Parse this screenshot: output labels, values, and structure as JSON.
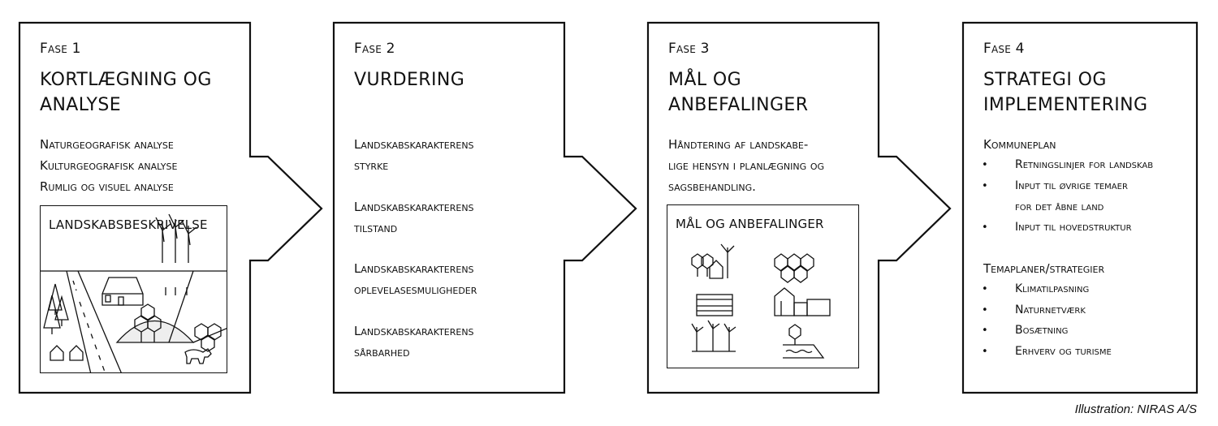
{
  "phases": [
    {
      "label": "Fase 1",
      "title_lines": [
        "KORTLÆGNING OG",
        "ANALYSE"
      ],
      "items": [
        "Naturgeografisk analyse",
        "Kulturgeografisk analyse",
        "Rumlig og visuel analyse"
      ],
      "inner_title": "LANDSKABSBESKRIVELSE"
    },
    {
      "label": "Fase 2",
      "title_lines": [
        "VURDERING"
      ],
      "items": [
        [
          "Landskabskarakterens",
          "styrke"
        ],
        [
          "Landskabskarakterens",
          "tilstand"
        ],
        [
          "Landskabskarakterens",
          "oplevelasesmuligheder"
        ],
        [
          "Landskabskarakterens",
          "sårbarhed"
        ]
      ]
    },
    {
      "label": "Fase 3",
      "title_lines": [
        "MÅL OG",
        "ANBEFALINGER"
      ],
      "description_lines": [
        "Håndtering af landskabe-",
        "lige hensyn i planlægning og",
        "sagsbehandling."
      ],
      "inner_title": "MÅL OG ANBEFALINGER"
    },
    {
      "label": "Fase 4",
      "title_lines": [
        "STRATEGI OG",
        "IMPLEMENTERING"
      ],
      "groups": [
        {
          "heading": "Kommuneplan",
          "bullets": [
            [
              "Retningslinjer for landskab"
            ],
            [
              "Input til øvrige temaer",
              "for det åbne land"
            ],
            [
              "Input til hovedstruktur"
            ]
          ]
        },
        {
          "heading": "Temaplaner/strategier",
          "bullets": [
            [
              "Klimatilpasning"
            ],
            [
              "Naturnetværk"
            ],
            [
              "Bosætning"
            ],
            [
              "Erhverv og turisme"
            ]
          ]
        }
      ],
      "bullet_symbol": "•"
    }
  ],
  "credit": "Illustration: NIRAS A/S",
  "colors": {
    "stroke": "#111111",
    "background": "#ffffff",
    "hill": "#eeeeee"
  },
  "icons": [
    "trees-house-windmill-icon",
    "cluster-trees-icon",
    "industrial-building-icon",
    "farm-buildings-icon",
    "wind-turbines-icon",
    "coastline-tree-icon"
  ]
}
